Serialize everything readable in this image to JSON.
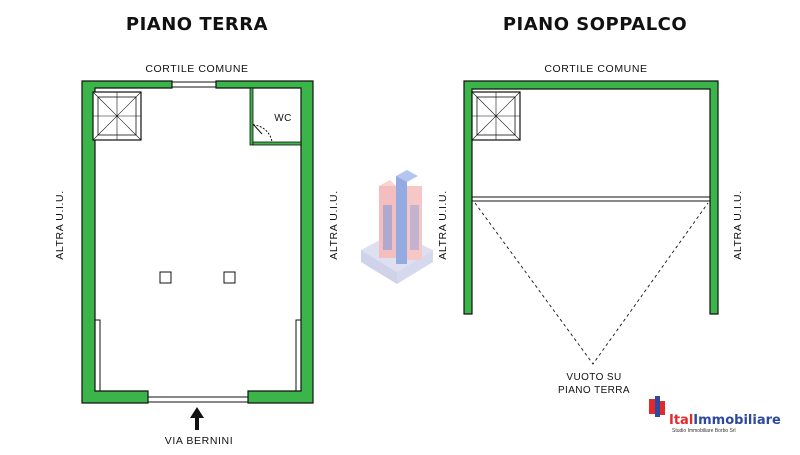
{
  "floors": {
    "ground": {
      "title": "PIANO TERRA",
      "top_label": "CORTILE COMUNE",
      "left_label": "ALTRA U.I.U.",
      "right_label": "ALTRA U.I.U.",
      "bottom_label": "VIA BERNINI",
      "wc_label": "WC"
    },
    "mezzanine": {
      "title": "PIANO SOPPALCO",
      "top_label": "CORTILE COMUNE",
      "left_label": "ALTRA U.I.U.",
      "right_label": "ALTRA U.I.U.",
      "void_label_line1": "VUOTO SU",
      "void_label_line2": "PIANO TERRA"
    }
  },
  "brand": {
    "name_part1": "Ital",
    "name_part2": "Immobiliare",
    "subtitle": "Studio Immobiliare Borbo Srl",
    "colors": {
      "red": "#e32a2a",
      "blue": "#2d4aa0",
      "green": "#3bb54a"
    }
  }
}
